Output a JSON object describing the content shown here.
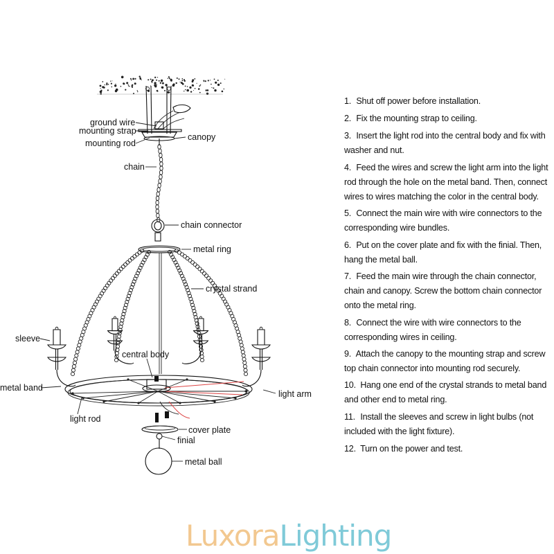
{
  "labels": {
    "ground_wire": "ground wire",
    "mounting_strap": "mounting strap",
    "mounting_rod": "mounting rod",
    "canopy": "canopy",
    "chain": "chain",
    "chain_connector": "chain connector",
    "metal_ring": "metal ring",
    "crystal_strand": "crystal strand",
    "sleeve": "sleeve",
    "central_body": "central body",
    "metal_band": "metal band",
    "light_arm": "light arm",
    "light_rod": "light rod",
    "cover_plate": "cover plate",
    "finial": "finial",
    "metal_ball": "metal ball"
  },
  "steps": [
    {
      "num": "1.",
      "text": "Shut off power before installation."
    },
    {
      "num": "2.",
      "text": "Fix the mounting strap to ceiling."
    },
    {
      "num": "3.",
      "text": "Insert the light rod into the central body and fix with washer and nut."
    },
    {
      "num": "4.",
      "text": "Feed the wires and screw the light arm into the light rod through the hole on the metal band. Then, connect wires to wires matching the color in the central body."
    },
    {
      "num": "5.",
      "text": "Connect the main wire with wire connectors to the corresponding wire bundles."
    },
    {
      "num": "6.",
      "text": "Put on the cover plate and fix with the finial. Then, hang the metal ball."
    },
    {
      "num": "7.",
      "text": "Feed the main wire through the chain connector, chain and canopy. Screw the bottom chain connector onto the metal ring."
    },
    {
      "num": "8.",
      "text": "Connect the wire with wire connectors to the corresponding wires in ceiling."
    },
    {
      "num": "9.",
      "text": "Attach the canopy to the mounting strap and screw top chain connector into mounting rod securely."
    },
    {
      "num": "10.",
      "text": "Hang one end of the crystal strands to metal band and other end to metal ring."
    },
    {
      "num": "11.",
      "text": "Install the sleeves and screw in light bulbs (not included with the light fixture)."
    },
    {
      "num": "12.",
      "text": "Turn on the power and test."
    }
  ],
  "brand": {
    "part1": "Luxora",
    "part2": "Lighting",
    "color1": "#f2c890",
    "color2": "#7fcad8"
  }
}
